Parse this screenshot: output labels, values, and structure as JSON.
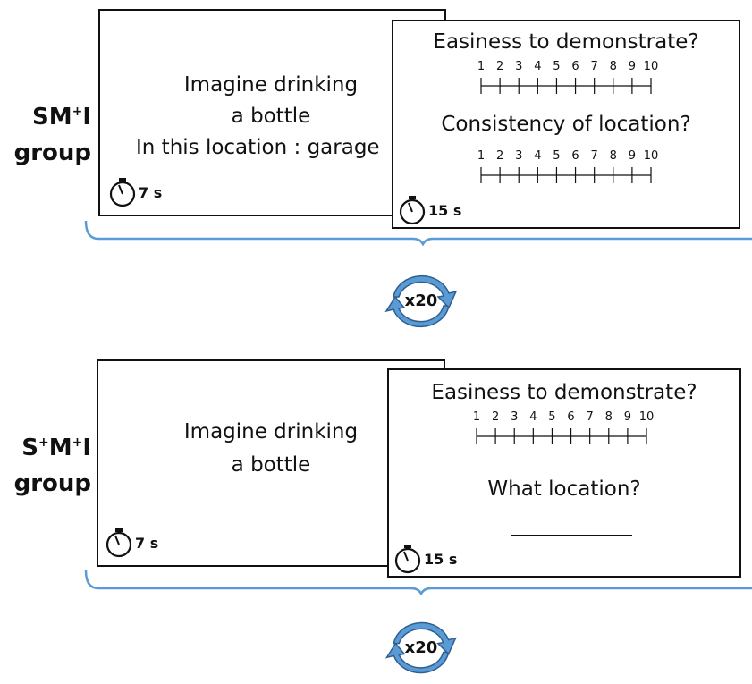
{
  "groups": [
    {
      "label_main": "SM",
      "label_sup": "+",
      "label_end": "I",
      "label_line2": "group",
      "stimulus": {
        "lines": [
          "Imagine drinking",
          "a bottle",
          "In this location : garage"
        ],
        "timer": "7 s"
      },
      "rating": {
        "questions": [
          "Easiness to demonstrate?",
          "Consistency of location?"
        ],
        "scale_numbers": [
          "1",
          "2",
          "3",
          "4",
          "5",
          "6",
          "7",
          "8",
          "9",
          "10"
        ],
        "timer": "15 s"
      },
      "repeat": "x20"
    },
    {
      "label_main": "S",
      "label_sup": "+",
      "label_mid": "M",
      "label_sup2": "+",
      "label_end": "I",
      "label_line2": "group",
      "stimulus": {
        "lines": [
          "Imagine drinking",
          "a bottle"
        ],
        "timer": "7 s"
      },
      "rating": {
        "questions": [
          "Easiness to demonstrate?",
          "What location?"
        ],
        "scale_numbers": [
          "1",
          "2",
          "3",
          "4",
          "5",
          "6",
          "7",
          "8",
          "9",
          "10"
        ],
        "timer": "15 s"
      },
      "repeat": "x20"
    }
  ],
  "colors": {
    "brace": "#5b9bd5",
    "arrow_fill": "#5b9bd5",
    "arrow_stroke": "#2e5f8f",
    "ink": "#111111"
  },
  "icons": {
    "timer": "stopwatch-icon",
    "repeat": "circular-arrows-icon"
  }
}
